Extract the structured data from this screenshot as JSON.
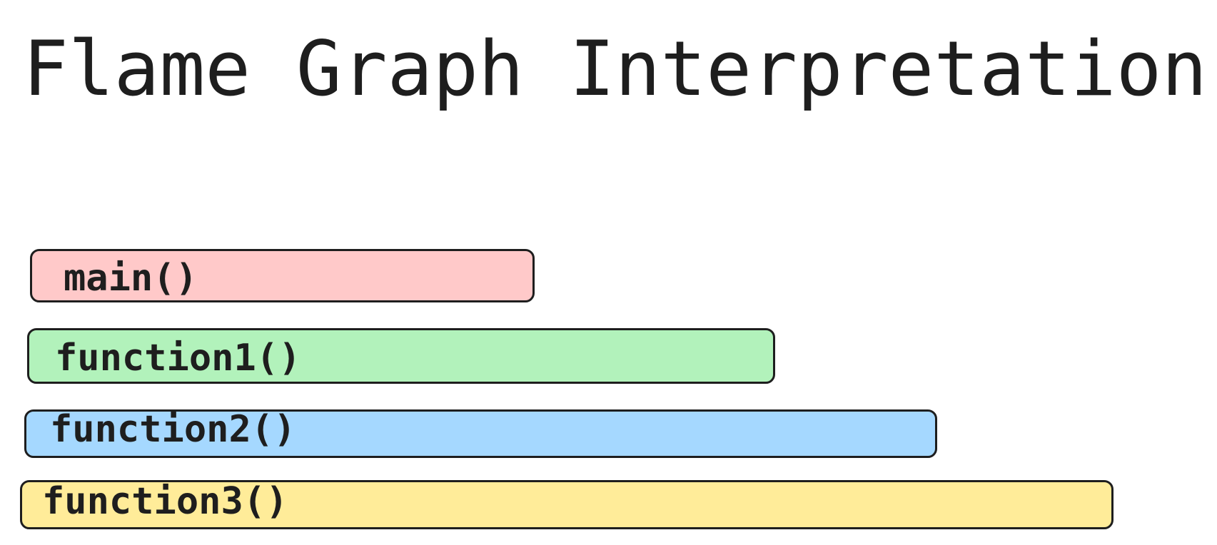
{
  "title": "Flame Graph Interpretation",
  "colors": {
    "outline": "#1e1e1e",
    "text": "#1e1e1e",
    "background": "#ffffff"
  },
  "frames": [
    {
      "label": "main()",
      "fill": "#ffc9c9"
    },
    {
      "label": "function1()",
      "fill": "#b2f2bb"
    },
    {
      "label": "function2()",
      "fill": "#a5d8ff"
    },
    {
      "label": "function3()",
      "fill": "#ffec99"
    }
  ]
}
